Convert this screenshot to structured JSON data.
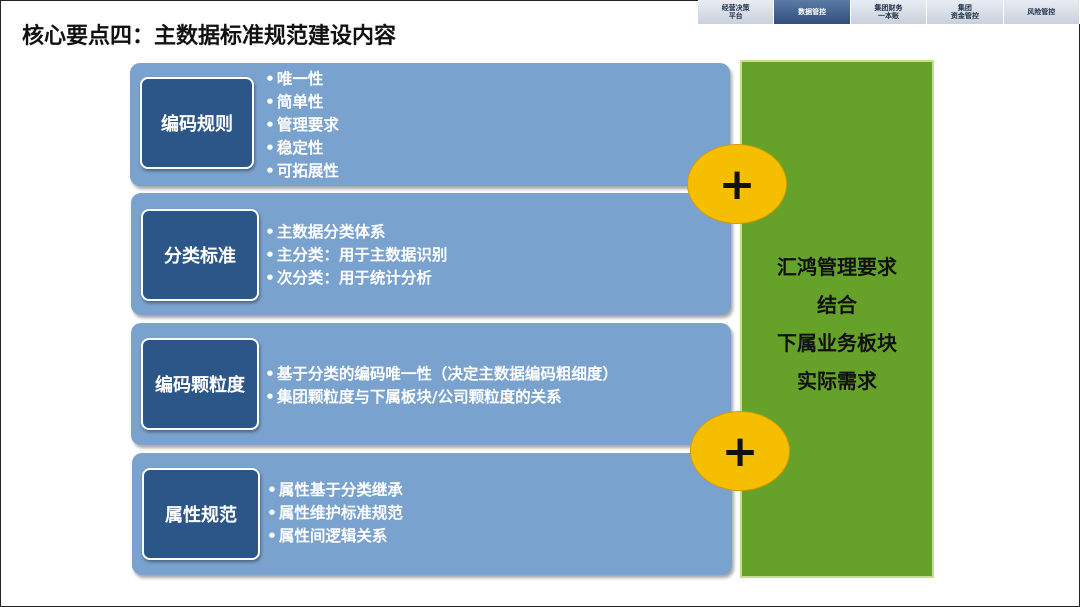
{
  "title": "核心要点四：主数据标准规范建设内容",
  "nav": {
    "tabs": [
      {
        "label": "经营决策\n平台",
        "active": false
      },
      {
        "label": "数据管控",
        "active": true
      },
      {
        "label": "集团财务\n一本账",
        "active": false
      },
      {
        "label": "集团\n资金管控",
        "active": false
      },
      {
        "label": "风险管控",
        "active": false
      }
    ]
  },
  "sections": [
    {
      "label": "编码规则",
      "bullets": [
        "唯一性",
        "简单性",
        "管理要求",
        "稳定性",
        "可拓展性"
      ]
    },
    {
      "label": "分类标准",
      "bullets": [
        "主数据分类体系",
        "主分类：用于主数据识别",
        "次分类：用于统计分析"
      ]
    },
    {
      "label": "编码颗粒度",
      "bullets": [
        "基于分类的编码唯一性（决定主数据编码粗细度）",
        "集团颗粒度与下属板块/公司颗粒度的关系"
      ]
    },
    {
      "label": "属性规范",
      "bullets": [
        "属性基于分类继承",
        "属性维护标准规范",
        "属性间逻辑关系"
      ]
    }
  ],
  "plus_symbol": "+",
  "right_box": {
    "lines": [
      "汇鸿管理要求",
      "结合",
      "下属业务板块",
      "实际需求"
    ]
  },
  "colors": {
    "panel": "#7aa2cf",
    "label_box": "#2c5688",
    "green": "#66a22a",
    "plus": "#f5bf00"
  }
}
